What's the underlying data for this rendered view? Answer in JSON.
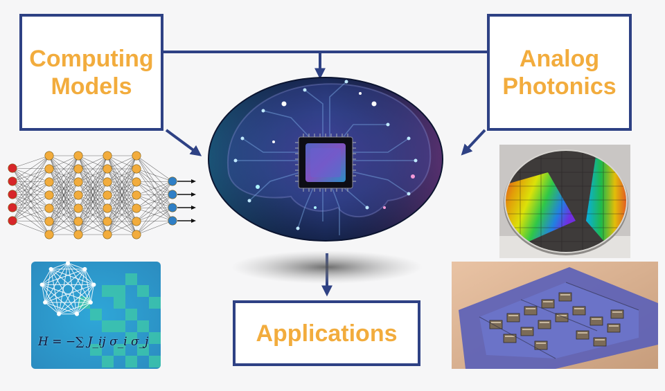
{
  "boxes": {
    "computing_models": [
      "Computing",
      "Models"
    ],
    "analog_photonics": [
      "Analog",
      "Photonics"
    ],
    "applications": "Applications"
  },
  "ising_equation": "H = −∑ J_ij σ_i σ_j",
  "icons": {
    "center": "brain-circuit-chip-icon",
    "network": "neural-network-icon",
    "ising": "ising-graph-icon",
    "wafer": "photonic-wafer-icon",
    "chip": "photonic-chip-icon"
  },
  "colors": {
    "box_border": "#2e4184",
    "label_text": "#f2ac3d",
    "arrow": "#2e4184",
    "input_node": "#d7262a",
    "hidden_node": "#f2ac3d",
    "output_node": "#2f7fc6"
  }
}
